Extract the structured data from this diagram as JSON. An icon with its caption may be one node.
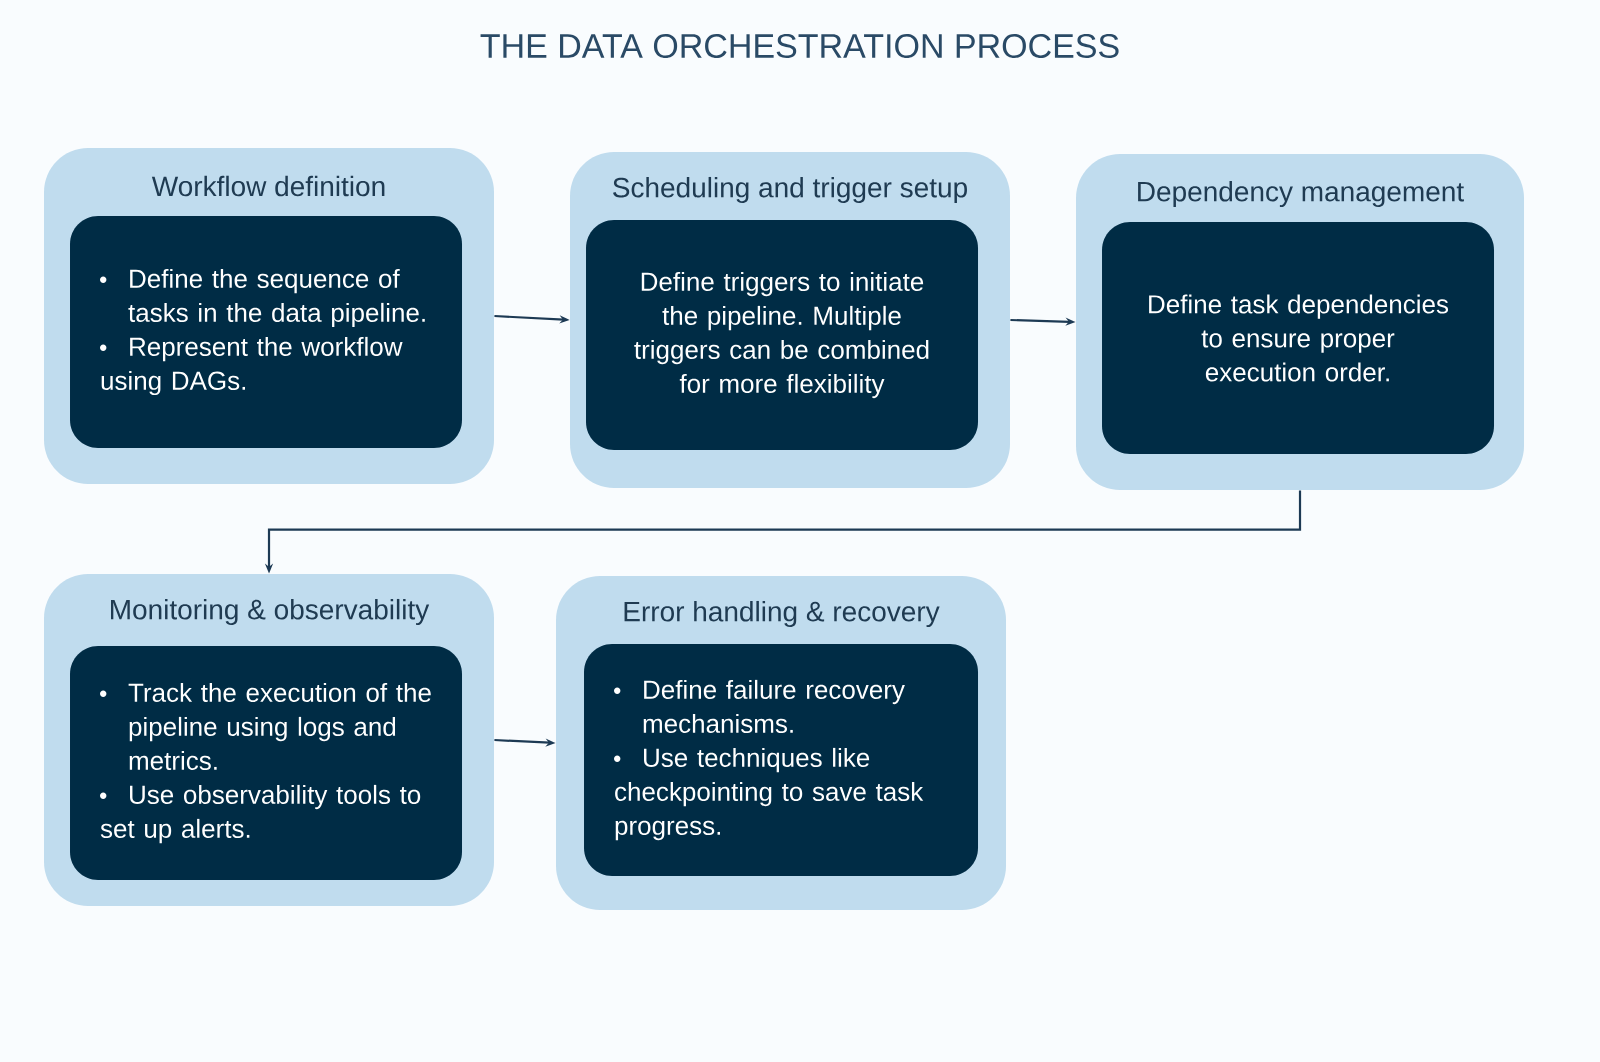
{
  "diagram": {
    "title": "THE DATA ORCHESTRATION PROCESS",
    "nodes": [
      {
        "text": [
          "Workflow definition"
        ]
      },
      {
        "text": [
          "Define the sequence of tasks in the data pipeline.",
          "Represent the workflow using DAGs."
        ],
        "in": 0
      },
      {
        "text": [
          "Scheduling and trigger setup"
        ]
      },
      {
        "text": [
          "Define triggers to initiate the pipeline. Multiple triggers can be combined for more flexibility"
        ],
        "in": 2
      },
      {
        "text": [
          "Dependency management"
        ]
      },
      {
        "text": [
          "Define task dependencies to ensure proper execution order."
        ],
        "in": 4
      },
      {
        "text": [
          "Monitoring & observability"
        ]
      },
      {
        "text": [
          "Track the execution of the pipeline using logs and metrics.",
          "Use observability tools to set up alerts."
        ],
        "in": 6
      },
      {
        "text": [
          "Error handling & recovery"
        ]
      },
      {
        "text": [
          "Define failure recovery mechanisms.",
          "Use techniques like checkpointing to save task progress."
        ],
        "in": 8
      }
    ],
    "edges": [
      {
        "from": 0,
        "to": 2,
        "arrow": "to"
      },
      {
        "from": 2,
        "to": 4,
        "arrow": "to"
      },
      {
        "from": 4,
        "to": 6,
        "arrow": "to"
      },
      {
        "from": 6,
        "to": 8,
        "arrow": "to"
      }
    ]
  }
}
